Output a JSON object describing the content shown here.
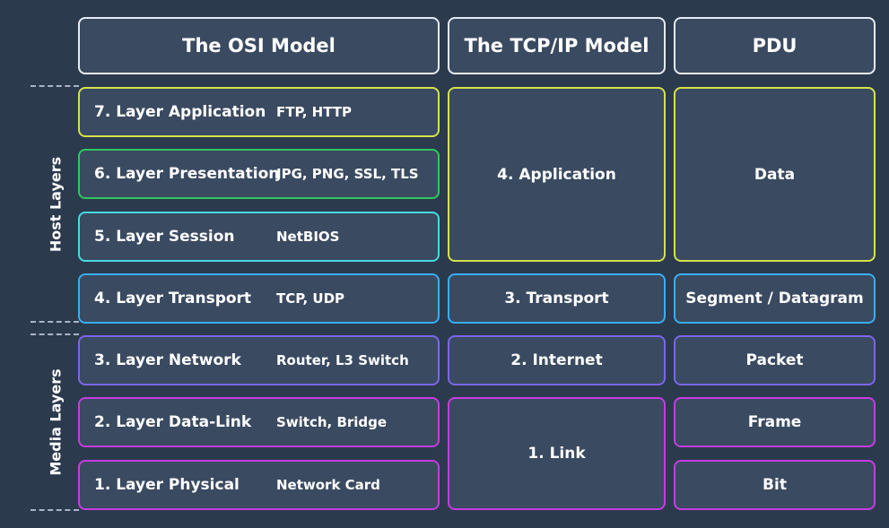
{
  "headers": {
    "osi": "The OSI Model",
    "tcpip": "The TCP/IP Model",
    "pdu": "PDU"
  },
  "side_labels": {
    "host": "Host Layers",
    "media": "Media Layers"
  },
  "osi_layers": [
    {
      "name": "7. Layer Application",
      "protocols": "FTP, HTTP",
      "color": "#d3e24a"
    },
    {
      "name": "6. Layer Presentation",
      "protocols": "JPG, PNG, SSL, TLS",
      "color": "#2fc85c"
    },
    {
      "name": "5. Layer Session",
      "protocols": "NetBIOS",
      "color": "#45dbe0"
    },
    {
      "name": "4. Layer Transport",
      "protocols": "TCP, UDP",
      "color": "#38aef2"
    },
    {
      "name": "3. Layer Network",
      "protocols": "Router, L3 Switch",
      "color": "#7d66ec"
    },
    {
      "name": "2. Layer Data-Link",
      "protocols": "Switch, Bridge",
      "color": "#c63ce0"
    },
    {
      "name": "1. Layer Physical",
      "protocols": "Network Card",
      "color": "#c63ce0"
    }
  ],
  "tcpip_layers": [
    {
      "name": "4. Application",
      "color": "#d3e24a"
    },
    {
      "name": "3. Transport",
      "color": "#38aef2"
    },
    {
      "name": "2. Internet",
      "color": "#7d66ec"
    },
    {
      "name": "1. Link",
      "color": "#c63ce0"
    }
  ],
  "pdu": [
    {
      "name": "Data",
      "color": "#d3e24a"
    },
    {
      "name": "Segment / Datagram",
      "color": "#38aef2"
    },
    {
      "name": "Packet",
      "color": "#7d66ec"
    },
    {
      "name": "Frame",
      "color": "#c63ce0"
    },
    {
      "name": "Bit",
      "color": "#c63ce0"
    }
  ],
  "colors": {
    "background": "#2c3a4e",
    "box_fill": "#3a4a61",
    "text": "#ffffff"
  }
}
